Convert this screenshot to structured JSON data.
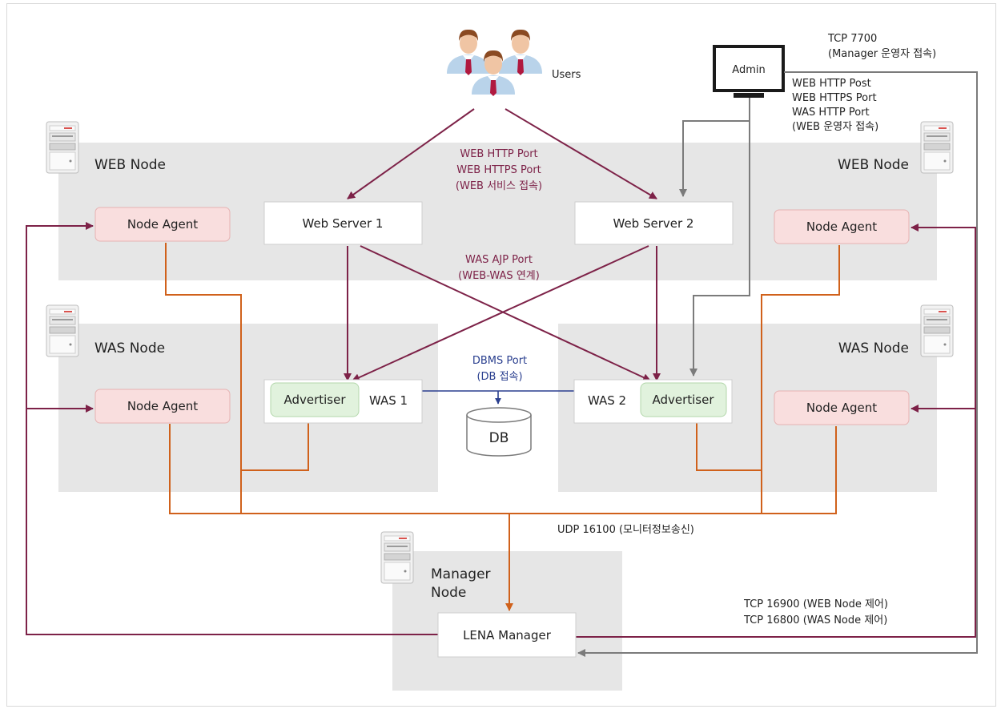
{
  "users": {
    "label": "Users"
  },
  "admin": {
    "label": "Admin"
  },
  "zones": {
    "web_left": "WEB Node",
    "web_right": "WEB Node",
    "was_left": "WAS Node",
    "was_right": "WAS Node",
    "manager_line1": "Manager",
    "manager_line2": "Node"
  },
  "boxes": {
    "web_server_1": "Web Server 1",
    "web_server_2": "Web Server 2",
    "was_1": "WAS 1",
    "was_2": "WAS 2",
    "advertiser_1": "Advertiser",
    "advertiser_2": "Advertiser",
    "node_agent_web_left": "Node Agent",
    "node_agent_web_right": "Node Agent",
    "node_agent_was_left": "Node Agent",
    "node_agent_was_right": "Node Agent",
    "lena_manager": "LENA Manager",
    "db": "DB"
  },
  "labels": {
    "web_ports": [
      "WEB HTTP Port",
      "WEB HTTPS Port",
      "(WEB 서비스 접속)"
    ],
    "ajp": [
      "WAS AJP Port",
      "(WEB-WAS 연계)"
    ],
    "dbms": [
      "DBMS Port",
      "(DB 접속)"
    ],
    "tcp7700": [
      "TCP 7700",
      "(Manager 운영자 접속)"
    ],
    "admin_ports": [
      "WEB HTTP Post",
      "WEB HTTPS Port",
      "WAS HTTP Port",
      "(WEB 운영자 접속)"
    ],
    "udp": "UDP 16100 (모니터정보송신)",
    "tcp_control": [
      "TCP 16900 (WEB Node 제어)",
      "TCP 16800 (WAS Node 제어)"
    ]
  },
  "colors": {
    "service_arrow": "#7d2248",
    "monitor_line": "#d0611b",
    "admin_line": "#7b7b7b",
    "db_line": "#2a3f8f",
    "zone_fill": "#e6e6e6",
    "agent_fill": "#f9dede",
    "advertiser_fill": "#e1f2dd"
  }
}
